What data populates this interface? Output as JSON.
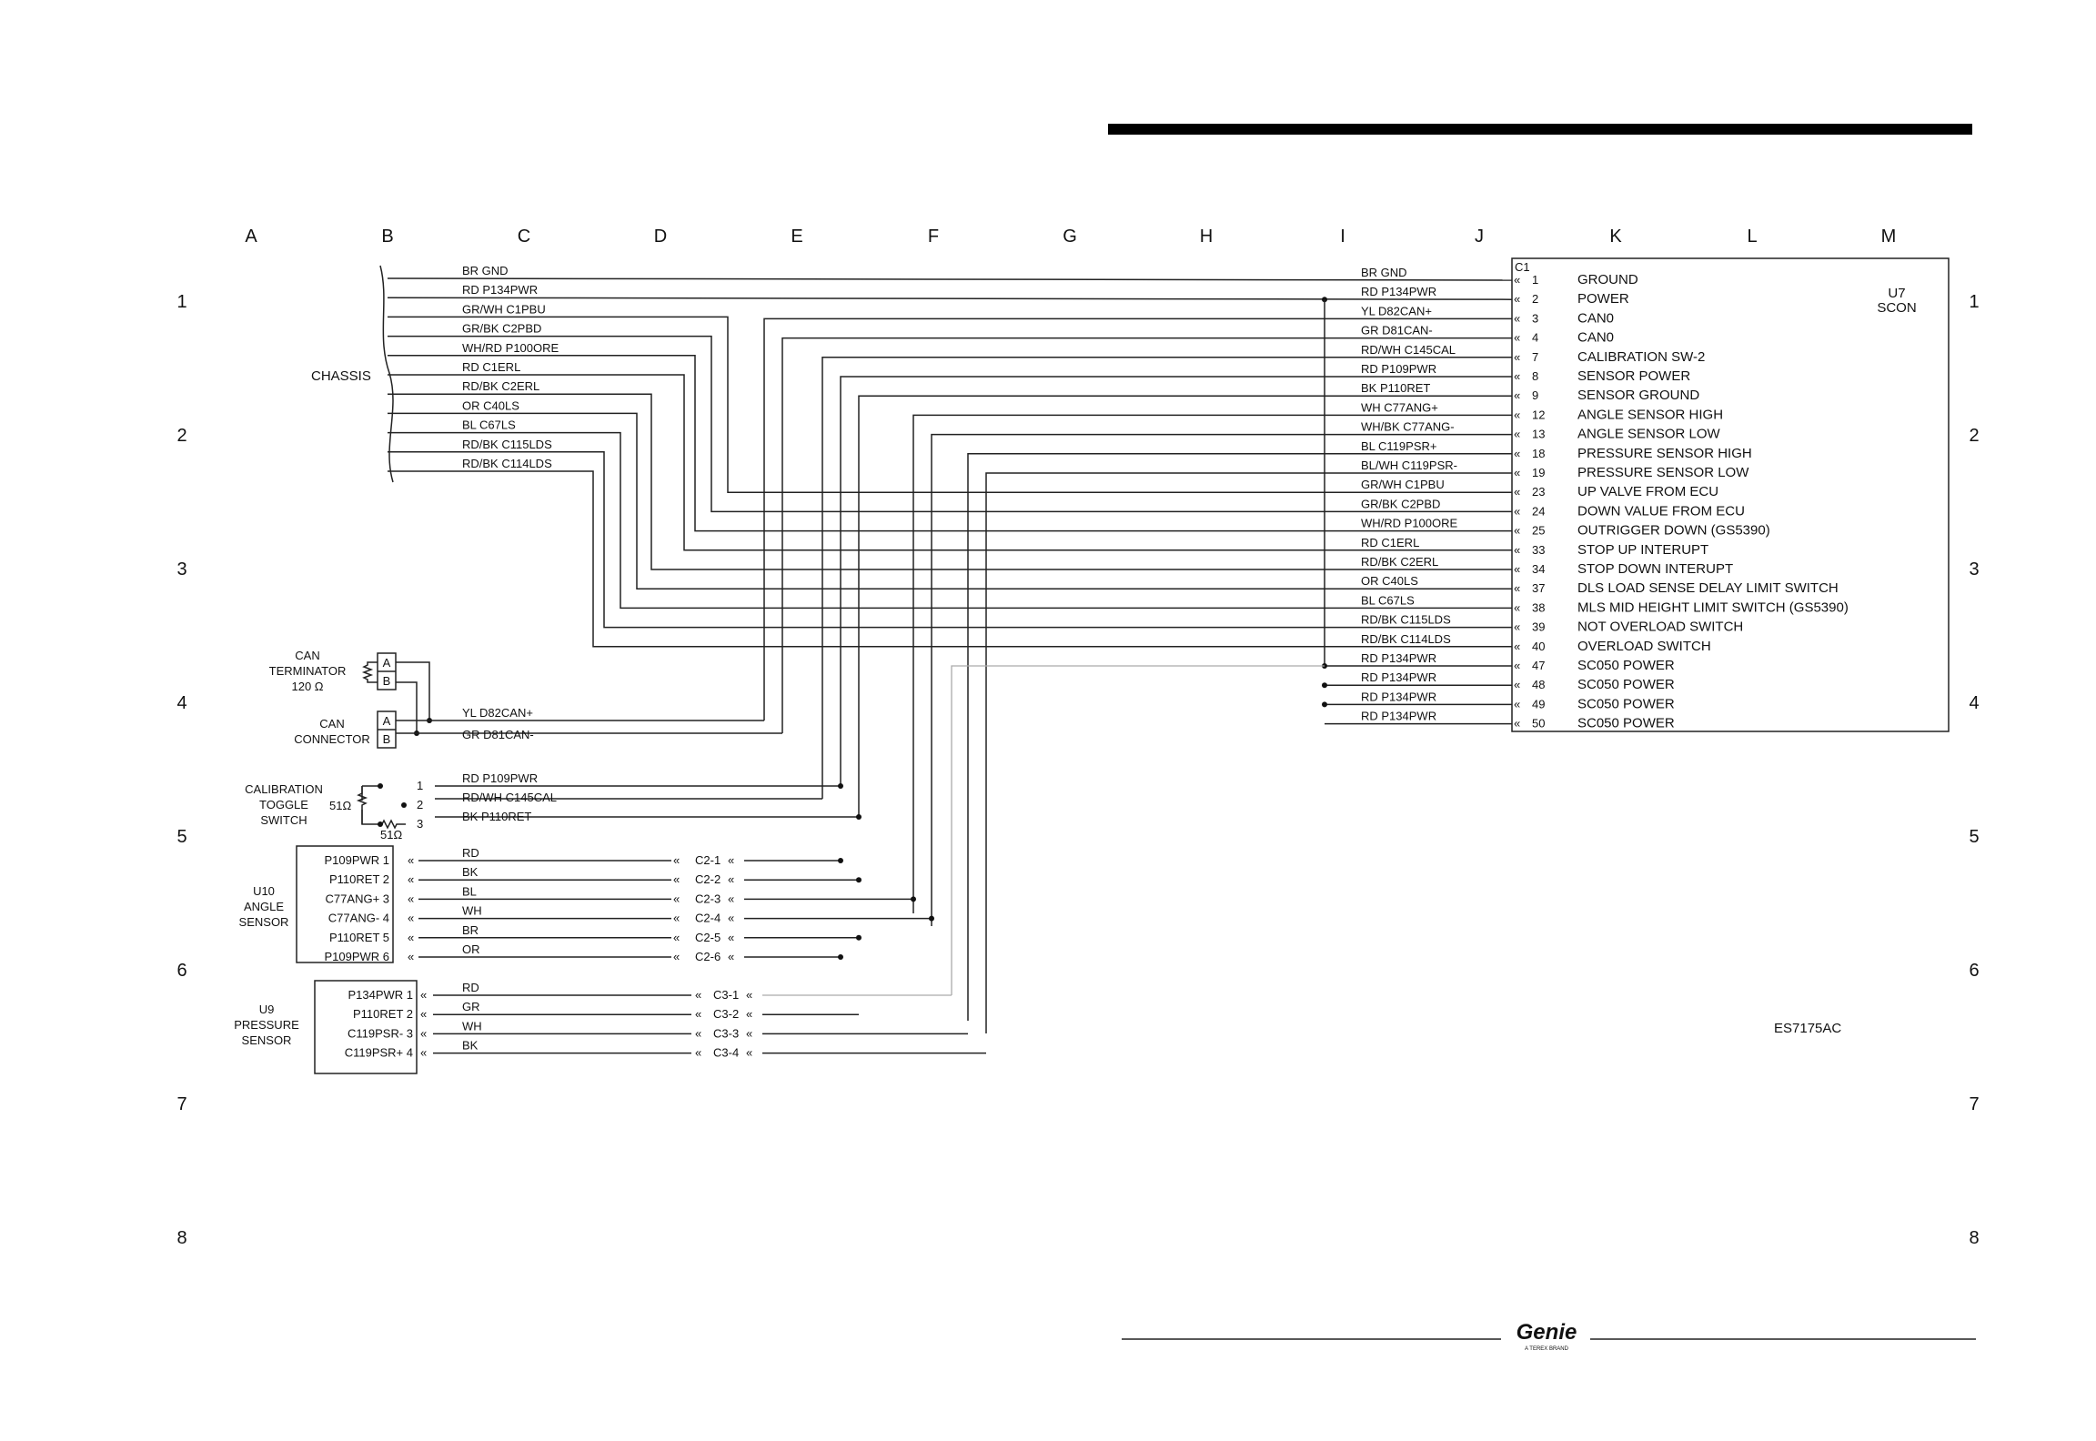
{
  "header_bar": "",
  "grid": {
    "columns": [
      "A",
      "B",
      "C",
      "D",
      "E",
      "F",
      "G",
      "H",
      "I",
      "J",
      "K",
      "L",
      "M"
    ],
    "rows": [
      "1",
      "2",
      "3",
      "4",
      "5",
      "6",
      "7",
      "8"
    ]
  },
  "chassis": {
    "label": "CHASSIS",
    "wires": [
      "BR GND",
      "RD P134PWR",
      "GR/WH C1PBU",
      "GR/BK C2PBD",
      "WH/RD P100ORE",
      "RD C1ERL",
      "RD/BK C2ERL",
      "OR C40LS",
      "BL C67LS",
      "RD/BK C115LDS",
      "RD/BK C114LDS"
    ]
  },
  "scon": {
    "connector": "C1",
    "name": "U7",
    "sub": "SCON",
    "pins": [
      {
        "wire": "BR GND",
        "num": "1",
        "func": "GROUND"
      },
      {
        "wire": "RD P134PWR",
        "num": "2",
        "func": "POWER"
      },
      {
        "wire": "YL D82CAN+",
        "num": "3",
        "func": "CAN0"
      },
      {
        "wire": "GR D81CAN-",
        "num": "4",
        "func": "CAN0"
      },
      {
        "wire": "RD/WH C145CAL",
        "num": "7",
        "func": "CALIBRATION SW-2"
      },
      {
        "wire": "RD P109PWR",
        "num": "8",
        "func": "SENSOR POWER"
      },
      {
        "wire": "BK P110RET",
        "num": "9",
        "func": "SENSOR GROUND"
      },
      {
        "wire": "WH C77ANG+",
        "num": "12",
        "func": "ANGLE SENSOR HIGH"
      },
      {
        "wire": "WH/BK C77ANG-",
        "num": "13",
        "func": "ANGLE SENSOR LOW"
      },
      {
        "wire": "BL C119PSR+",
        "num": "18",
        "func": "PRESSURE SENSOR HIGH"
      },
      {
        "wire": "BL/WH C119PSR-",
        "num": "19",
        "func": "PRESSURE SENSOR LOW"
      },
      {
        "wire": "GR/WH C1PBU",
        "num": "23",
        "func": "UP VALVE FROM ECU"
      },
      {
        "wire": "GR/BK C2PBD",
        "num": "24",
        "func": "DOWN VALUE FROM ECU"
      },
      {
        "wire": "WH/RD P100ORE",
        "num": "25",
        "func": "OUTRIGGER DOWN (GS5390)"
      },
      {
        "wire": "RD C1ERL",
        "num": "33",
        "func": "STOP UP INTERUPT"
      },
      {
        "wire": "RD/BK C2ERL",
        "num": "34",
        "func": "STOP DOWN INTERUPT"
      },
      {
        "wire": "OR C40LS",
        "num": "37",
        "func": "DLS LOAD SENSE DELAY LIMIT SWITCH"
      },
      {
        "wire": "BL C67LS",
        "num": "38",
        "func": "MLS MID HEIGHT LIMIT SWITCH (GS5390)"
      },
      {
        "wire": "RD/BK C115LDS",
        "num": "39",
        "func": "NOT OVERLOAD SWITCH"
      },
      {
        "wire": "RD/BK C114LDS",
        "num": "40",
        "func": "OVERLOAD SWITCH"
      },
      {
        "wire": "RD P134PWR",
        "num": "47",
        "func": "SC050 POWER"
      },
      {
        "wire": "RD P134PWR",
        "num": "48",
        "func": "SC050 POWER"
      },
      {
        "wire": "RD P134PWR",
        "num": "49",
        "func": "SC050 POWER"
      },
      {
        "wire": "RD P134PWR",
        "num": "50",
        "func": "SC050 POWER"
      }
    ]
  },
  "can_terminator": {
    "line1": "CAN",
    "line2": "TERMINATOR",
    "line3": "120 Ω",
    "pinA": "A",
    "pinB": "B"
  },
  "can_connector": {
    "line1": "CAN",
    "line2": "CONNECTOR",
    "pinA": "A",
    "pinB": "B",
    "wireA": "YL D82CAN+",
    "wireB": "GR D81CAN-"
  },
  "cal_switch": {
    "line1": "CALIBRATION",
    "line2": "TOGGLE",
    "line3": "SWITCH",
    "r1": "51Ω",
    "r2": "51Ω",
    "pins": [
      {
        "num": "1",
        "wire": "RD P109PWR"
      },
      {
        "num": "2",
        "wire": "RD/WH C145CAL"
      },
      {
        "num": "3",
        "wire": "BK P110RET"
      }
    ]
  },
  "angle_sensor": {
    "line1": "U10",
    "line2": "ANGLE",
    "line3": "SENSOR",
    "pins": [
      {
        "name": "P109PWR 1",
        "color": "RD",
        "conn": "C2-1"
      },
      {
        "name": "P110RET 2",
        "color": "BK",
        "conn": "C2-2"
      },
      {
        "name": "C77ANG+ 3",
        "color": "BL",
        "conn": "C2-3"
      },
      {
        "name": "C77ANG- 4",
        "color": "WH",
        "conn": "C2-4"
      },
      {
        "name": "P110RET 5",
        "color": "BR",
        "conn": "C2-5"
      },
      {
        "name": "P109PWR 6",
        "color": "OR",
        "conn": "C2-6"
      }
    ]
  },
  "pressure_sensor": {
    "line1": "U9",
    "line2": "PRESSURE",
    "line3": "SENSOR",
    "pins": [
      {
        "name": "P134PWR 1",
        "color": "RD",
        "conn": "C3-1"
      },
      {
        "name": "P110RET 2",
        "color": "GR",
        "conn": "C3-2"
      },
      {
        "name": "C119PSR- 3",
        "color": "WH",
        "conn": "C3-3"
      },
      {
        "name": "C119PSR+ 4",
        "color": "BK",
        "conn": "C3-4"
      }
    ]
  },
  "drawing_number": "ES7175AC",
  "logo": "Genie",
  "logo_sub": "A TEREX BRAND"
}
